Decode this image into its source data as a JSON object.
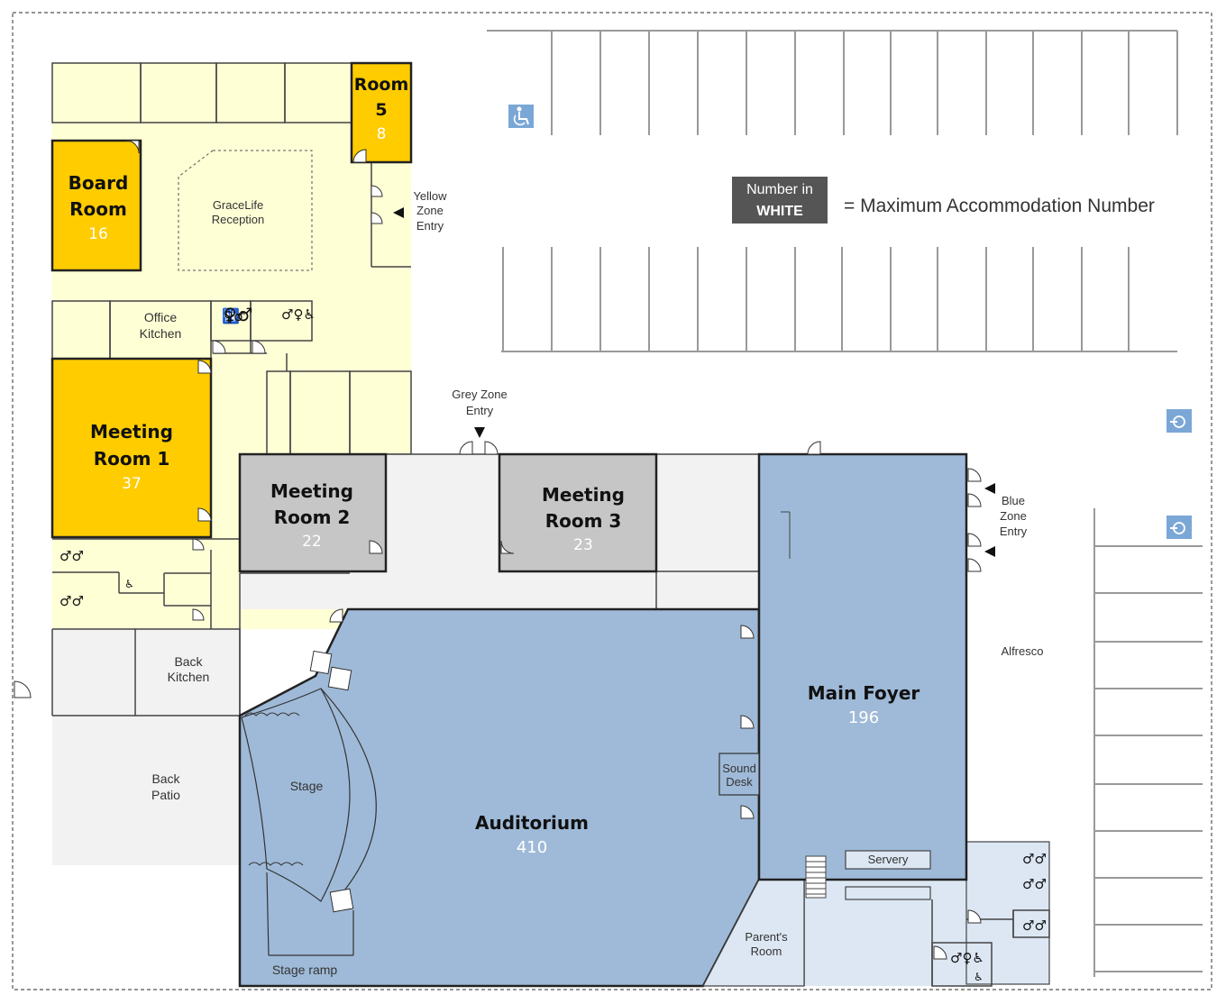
{
  "rooms": {
    "room5": {
      "label_line1": "Room",
      "label_line2": "5",
      "capacity": "8"
    },
    "board_room": {
      "label_line1": "Board",
      "label_line2": "Room",
      "capacity": "16"
    },
    "meeting_room_1": {
      "label_line1": "Meeting",
      "label_line2": "Room 1",
      "capacity": "37"
    },
    "meeting_room_2": {
      "label_line1": "Meeting",
      "label_line2": "Room 2",
      "capacity": "22"
    },
    "meeting_room_3": {
      "label_line1": "Meeting",
      "label_line2": "Room 3",
      "capacity": "23"
    },
    "auditorium": {
      "label": "Auditorium",
      "capacity": "410"
    },
    "main_foyer": {
      "label": "Main Foyer",
      "capacity": "196"
    }
  },
  "areas": {
    "gracelife_reception": {
      "line1": "GraceLife",
      "line2": "Reception"
    },
    "office_kitchen": {
      "line1": "Office",
      "line2": "Kitchen"
    },
    "back_kitchen": {
      "line1": "Back",
      "line2": "Kitchen"
    },
    "back_patio": {
      "line1": "Back",
      "line2": "Patio"
    },
    "stage": "Stage",
    "stage_ramp": "Stage ramp",
    "sound_desk": {
      "line1": "Sound",
      "line2": "Desk"
    },
    "servery": "Servery",
    "parents_room": {
      "line1": "Parent's",
      "line2": "Room"
    },
    "alfresco": "Alfresco"
  },
  "entries": {
    "yellow": {
      "line1": "Yellow",
      "line2": "Zone",
      "line3": "Entry"
    },
    "grey": {
      "line1": "Grey Zone",
      "line2": "Entry"
    },
    "blue": {
      "line1": "Blue",
      "line2": "Zone",
      "line3": "Entry"
    }
  },
  "legend": {
    "box_line1": "Number in",
    "box_line2": "WHITE",
    "text": "= Maximum Accommodation Number"
  },
  "colors": {
    "yellow_zone": "#ffffd6",
    "yellow_room": "#ffcc00",
    "grey_zone": "#f2f2f2",
    "grey_room": "#c6c6c6",
    "blue_room": "#9fbad8",
    "blue_light": "#dce7f3",
    "legend_box": "#555555",
    "accessible_sign": "#7ba7d7"
  },
  "icons": [
    "accessible-parking-icon",
    "toilet-icon",
    "accessible-toilet-icon",
    "parents-room-icon",
    "door-arrow-icon"
  ]
}
